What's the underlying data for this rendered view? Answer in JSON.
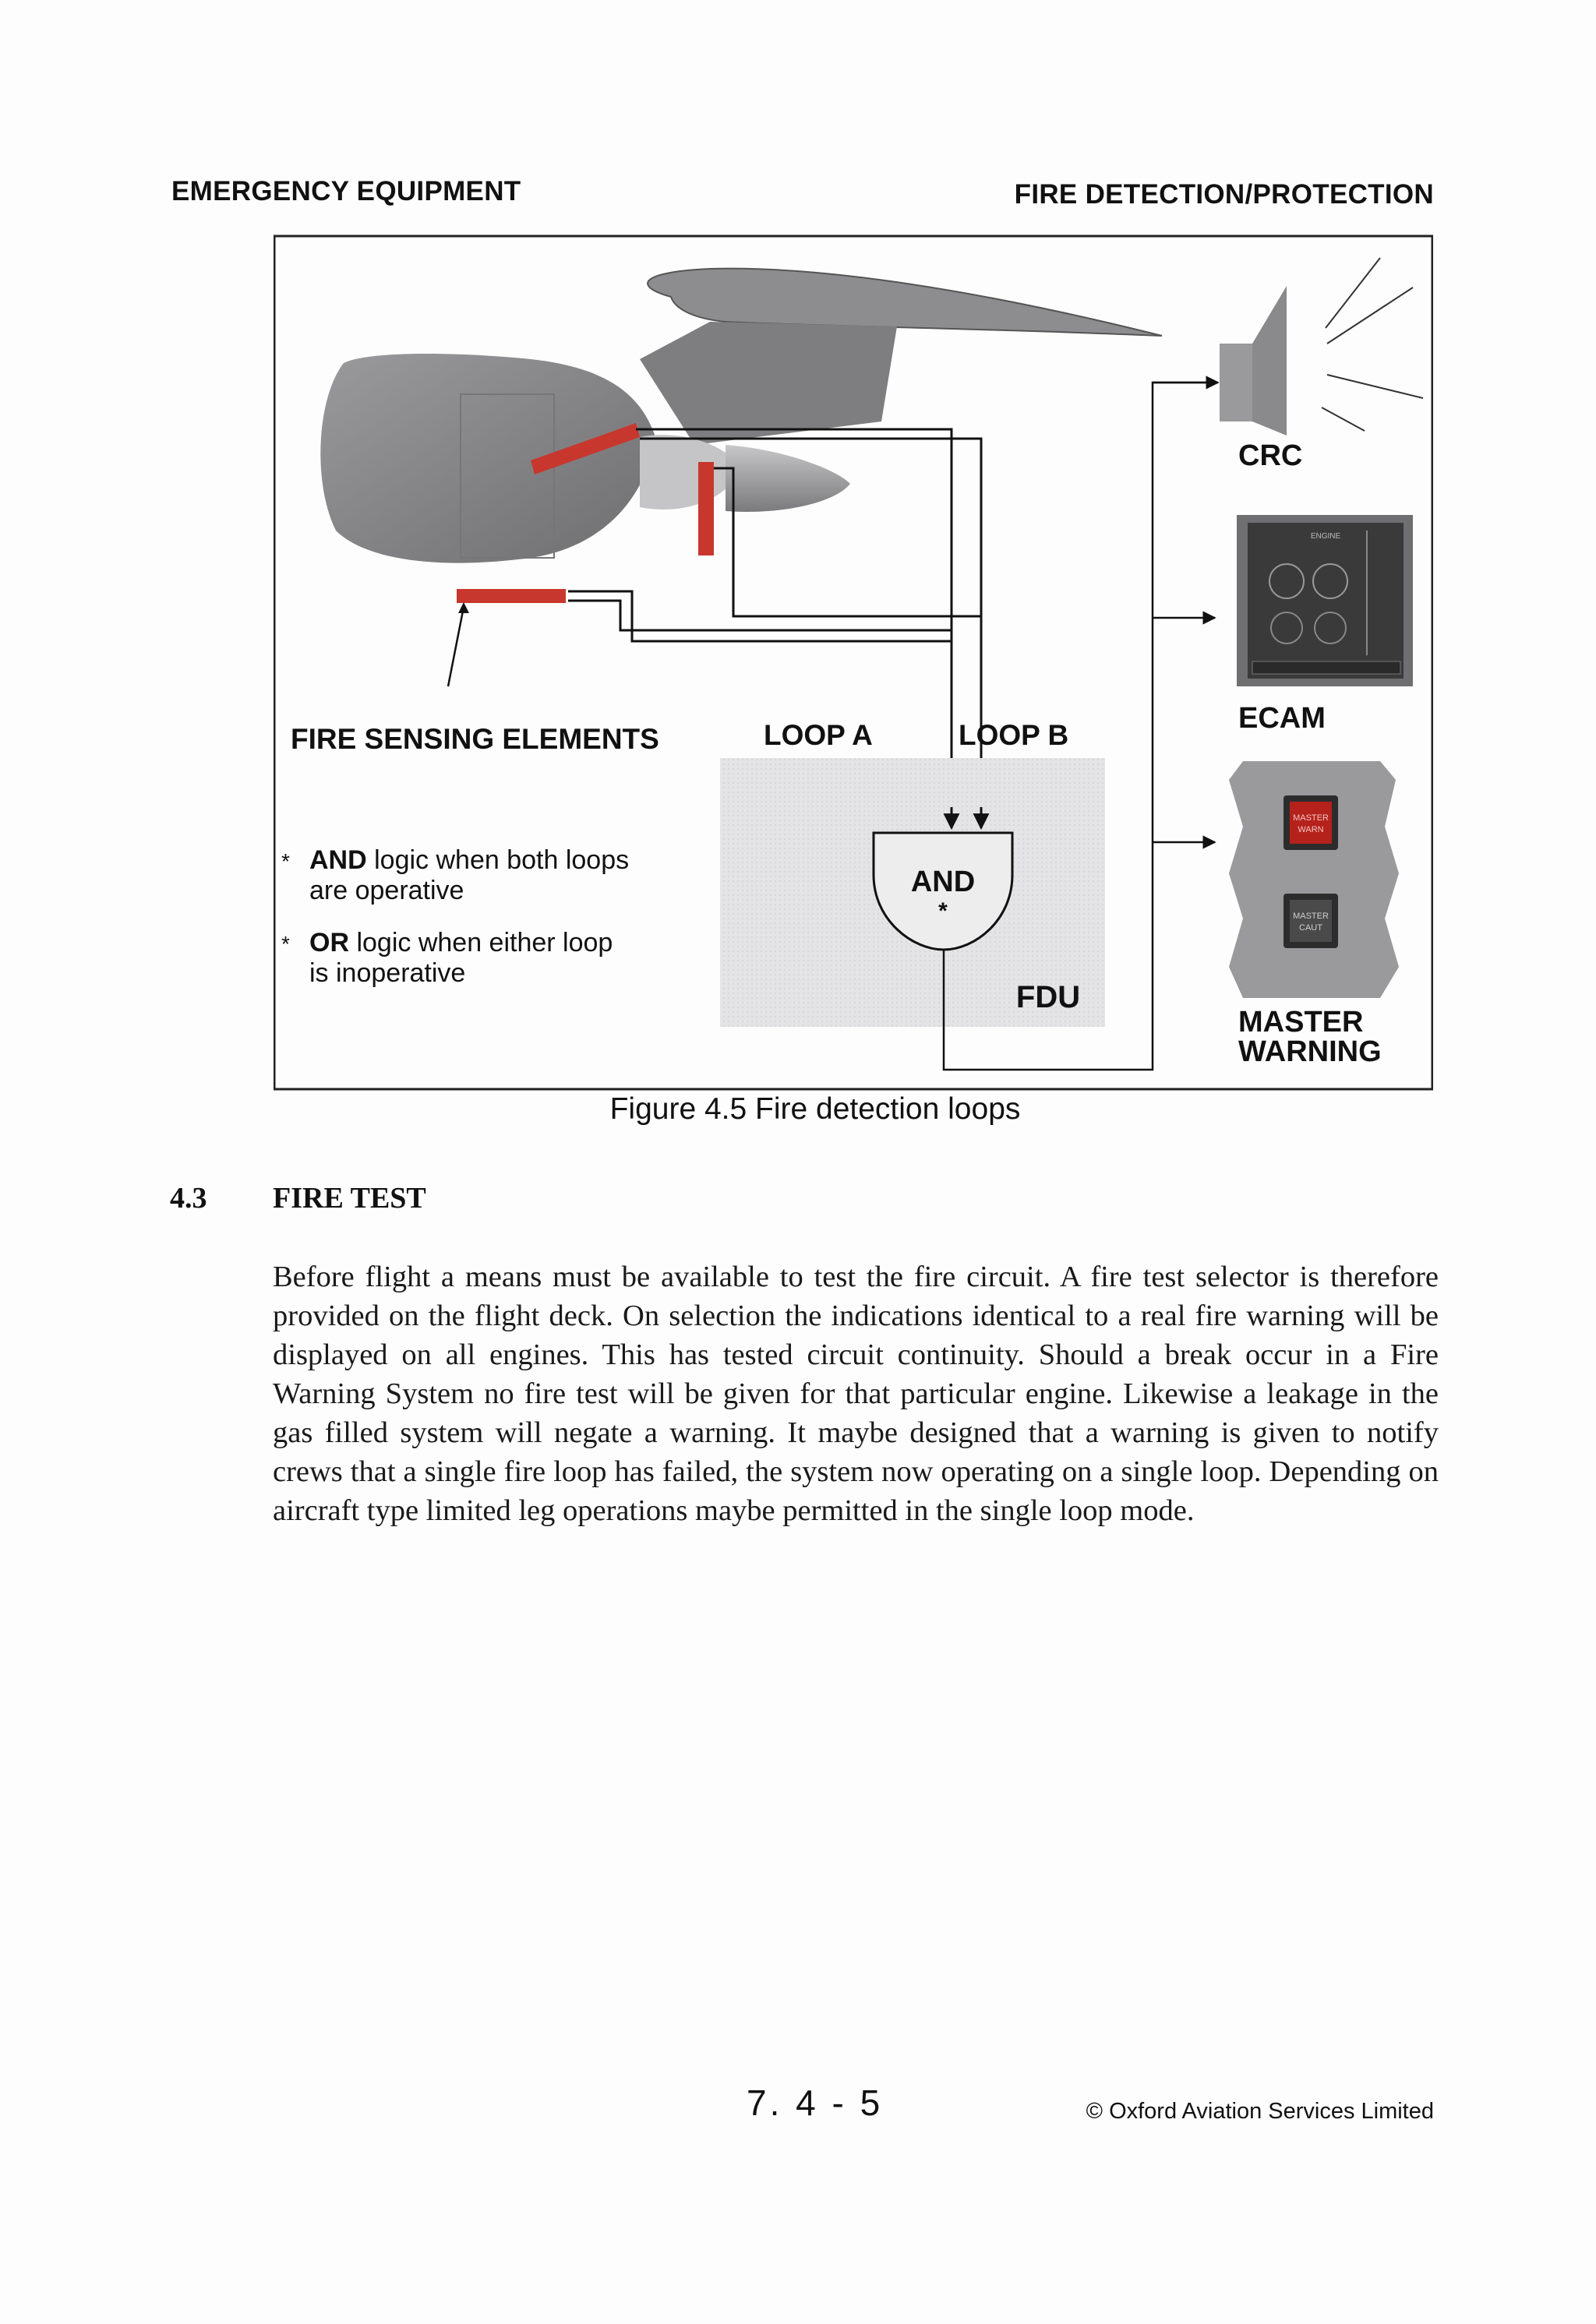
{
  "header": {
    "left": "EMERGENCY EQUIPMENT",
    "right": "FIRE DETECTION/PROTECTION"
  },
  "figure": {
    "labels": {
      "fire_sensing": "FIRE SENSING ELEMENTS",
      "loop_a": "LOOP A",
      "loop_b": "LOOP B",
      "and_gate": "AND",
      "and_star": "*",
      "fdu": "FDU",
      "crc": "CRC",
      "ecam": "ECAM",
      "master_warning_line1": "MASTER",
      "master_warning_line2": "WARNING",
      "master_warn_btn_l1": "MASTER",
      "master_warn_btn_l2": "WARN",
      "master_caut_btn_l1": "MASTER",
      "master_caut_btn_l2": "CAUT",
      "ecam_screen_title": "ENGINE"
    },
    "notes": [
      {
        "bullet": "*",
        "bold": "AND",
        "line1_rest": " logic when both loops",
        "line2": "are operative"
      },
      {
        "bullet": "*",
        "bold": "OR",
        "line1_rest": " logic when either loop",
        "line2": "is inoperative"
      }
    ],
    "colors": {
      "sensor_red": "#c8372e",
      "engine_grey": "#8a8a8c",
      "panel_grey": "#9a9a9c",
      "warn_button": "#b5211b",
      "screen_dark": "#3a3a3a"
    }
  },
  "caption": "Figure 4.5 Fire detection loops",
  "section": {
    "number": "4.3",
    "title": "FIRE TEST",
    "body": "Before flight a means must be available to test the fire circuit. A fire test selector is therefore provided on the flight deck. On selection the indications identical to a real fire warning will be displayed on all engines. This has tested circuit continuity. Should a break occur in a Fire Warning System no fire test will be given for that particular engine. Likewise a leakage in the gas filled system will negate a warning. It maybe designed that a warning is given to notify crews that a single fire loop has failed, the system now operating on a single loop. Depending on aircraft type limited leg operations maybe permitted in the single loop mode."
  },
  "footer": {
    "page_number": "7. 4 - 5",
    "copyright": "© Oxford Aviation Services Limited"
  }
}
